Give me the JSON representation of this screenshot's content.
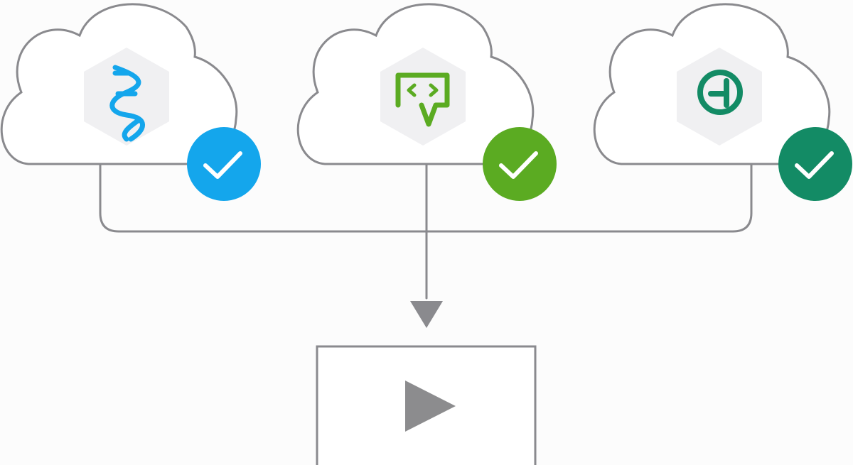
{
  "diagram": {
    "sources": [
      {
        "id": "source-1",
        "icon": "dna-helix-icon",
        "color": "#14a6ec",
        "status": "check"
      },
      {
        "id": "source-2",
        "icon": "code-chat-bubble-icon",
        "color": "#5bab22",
        "status": "check"
      },
      {
        "id": "source-3",
        "icon": "circled-plus-icon",
        "color": "#138b65",
        "status": "check"
      }
    ],
    "output": {
      "icon": "play-icon",
      "color": "#8c8c8e"
    },
    "connector_color": "#8a8a8e"
  }
}
